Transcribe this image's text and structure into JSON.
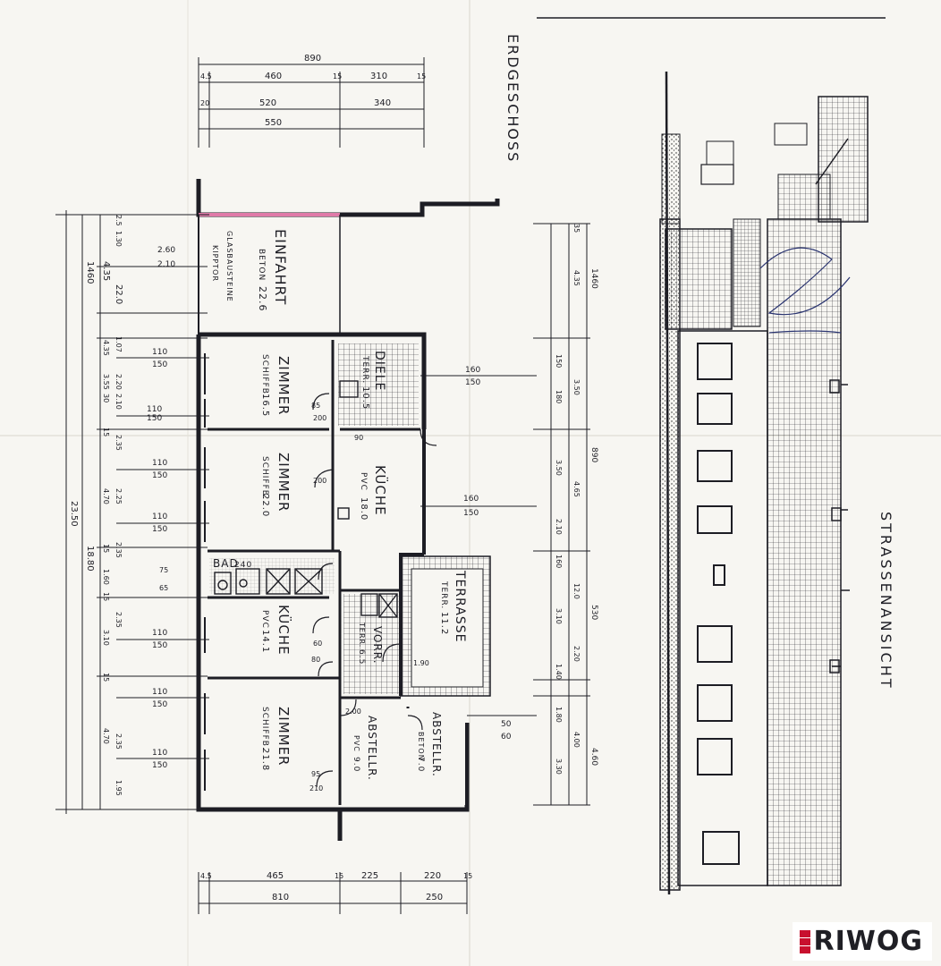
{
  "titles": {
    "ground_floor": "ERDGESCHOSS",
    "street_view": "STRASSENANSICHT"
  },
  "rooms": {
    "einfahrt": "EINFAHRT",
    "einfahrt_floor": "BETON",
    "einfahrt_area": "22.6",
    "glasbaustein": "GLASBAUSTEINE",
    "kipptor": "KIPPTOR",
    "diele": "DIELE",
    "diele_floor": "TERR.",
    "diele_area": "10.5",
    "zimmer1": "ZIMMER",
    "zimmer1_floor": "SCHIFFB.",
    "zimmer1_area": "16.5",
    "zimmer2": "ZIMMER",
    "zimmer2_floor": "SCHIFFB.",
    "zimmer2_area": "22.0",
    "kueche1": "KÜCHE",
    "kueche1_floor": "PVC",
    "kueche1_area": "18.0",
    "bad": "BAD",
    "bad_height": "240",
    "kueche2": "KÜCHE",
    "kueche2_floor": "PVC",
    "kueche2_area": "14.1",
    "vorr": "VORR.",
    "vorr_floor": "TERR.",
    "vorr_area": "6.5",
    "terrasse": "TERRASSE",
    "terrasse_floor": "TERR.",
    "terrasse_area": "11.2",
    "zimmer3": "ZIMMER",
    "zimmer3_floor": "SCHIFFB.",
    "zimmer3_area": "21.8",
    "abstell1": "ABSTELLR.",
    "abstell1_floor": "PVC",
    "abstell1_area": "9.0",
    "abstell2": "ABSTELLR.",
    "abstell2_floor": "BETON",
    "abstell2_area": "7.0"
  },
  "dimensions": {
    "top": [
      "890",
      "460",
      "310",
      "520",
      "340",
      "550",
      "4.5",
      "15",
      "15",
      "20"
    ],
    "bottom": [
      "4.5",
      "465",
      "15",
      "225",
      "220",
      "15",
      "810",
      "250"
    ],
    "left_outer": [
      "23.50",
      "18.80",
      "1460",
      "4.35",
      "22.0"
    ],
    "left_inner": [
      "2.5",
      "1.30",
      "4.35",
      "2.20",
      "30",
      "1.07",
      "3.55",
      "2.10",
      "15",
      "2.35",
      "4.70",
      "2.25",
      "15",
      "1.60",
      "2.35",
      "15",
      "3.10",
      "2.35",
      "15",
      "4.70",
      "2.35",
      "1.95"
    ],
    "right": [
      "1460",
      "4.35",
      "35",
      "150",
      "3.50",
      "180",
      "890",
      "3.50",
      "4.65",
      "2.10",
      "530",
      "160",
      "12.0",
      "3.10",
      "2.20",
      "1.40",
      "1.80",
      "4.00",
      "3.30",
      "4.60"
    ],
    "windows": [
      "110",
      "150"
    ],
    "doors": [
      "85",
      "200",
      "90",
      "80",
      "75",
      "65",
      "200",
      "210",
      "60",
      "95"
    ],
    "misc": [
      "2.60",
      "2.10",
      "160",
      "150",
      "50",
      "60",
      "1.90",
      "2.00"
    ]
  },
  "brand": {
    "logo_text": "RIWOG",
    "accent": "#c8102e"
  }
}
